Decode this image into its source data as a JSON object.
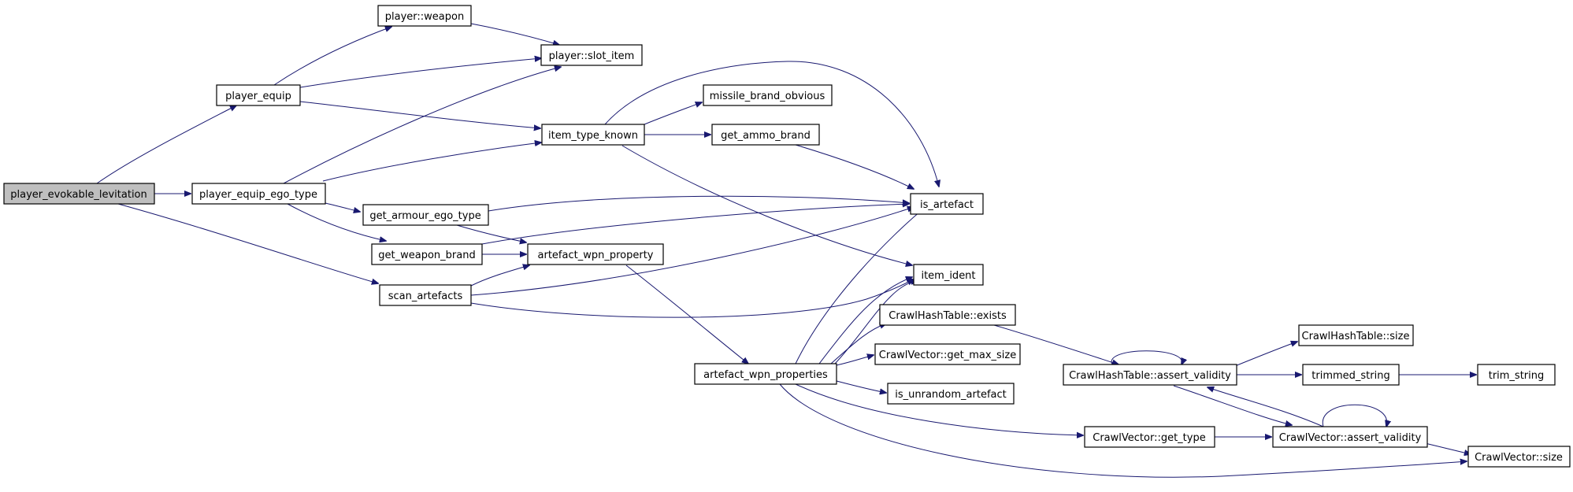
{
  "colors": {
    "edge": "#191970",
    "root_fill": "#bfbfbf",
    "node_fill": "#ffffff",
    "node_stroke": "#000000"
  },
  "nodes": {
    "player_evokable_levitation": "player_evokable_levitation",
    "player_equip": "player_equip",
    "player_weapon": "player::weapon",
    "player_slot_item": "player::slot_item",
    "player_equip_ego_type": "player_equip_ego_type",
    "item_type_known": "item_type_known",
    "missile_brand_obvious": "missile_brand_obvious",
    "get_ammo_brand": "get_ammo_brand",
    "is_artefact": "is_artefact",
    "get_armour_ego_type": "get_armour_ego_type",
    "get_weapon_brand": "get_weapon_brand",
    "artefact_wpn_property": "artefact_wpn_property",
    "scan_artefacts": "scan_artefacts",
    "item_ident": "item_ident",
    "crawlhashtable_exists": "CrawlHashTable::exists",
    "crawlvector_get_max_size": "CrawlVector::get_max_size",
    "artefact_wpn_properties": "artefact_wpn_properties",
    "is_unrandom_artefact": "is_unrandom_artefact",
    "crawlhashtable_assert_validity": "CrawlHashTable::assert_validity",
    "crawlhashtable_size": "CrawlHashTable::size",
    "trimmed_string": "trimmed_string",
    "trim_string": "trim_string",
    "crawlvector_get_type": "CrawlVector::get_type",
    "crawlvector_assert_validity": "CrawlVector::assert_validity",
    "crawlvector_size": "CrawlVector::size"
  }
}
